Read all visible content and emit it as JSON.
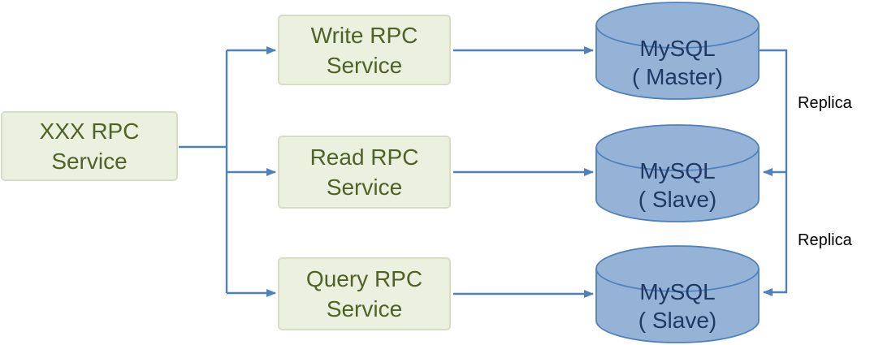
{
  "nodes": {
    "xxx_service": {
      "line1": "XXX RPC",
      "line2": "Service"
    },
    "write_service": {
      "line1": "Write RPC",
      "line2": "Service"
    },
    "read_service": {
      "line1": "Read RPC",
      "line2": "Service"
    },
    "query_service": {
      "line1": "Query RPC",
      "line2": "Service"
    },
    "mysql_master": {
      "line1": "MySQL",
      "line2": "( Master)"
    },
    "mysql_slave_1": {
      "line1": "MySQL",
      "line2": "( Slave)"
    },
    "mysql_slave_2": {
      "line1": "MySQL",
      "line2": "( Slave)"
    }
  },
  "edge_labels": {
    "replica_top": "Replica",
    "replica_bottom": "Replica"
  },
  "edges": [
    {
      "from": "xxx_service",
      "to": "write_service"
    },
    {
      "from": "xxx_service",
      "to": "read_service"
    },
    {
      "from": "xxx_service",
      "to": "query_service"
    },
    {
      "from": "write_service",
      "to": "mysql_master"
    },
    {
      "from": "read_service",
      "to": "mysql_slave_1"
    },
    {
      "from": "query_service",
      "to": "mysql_slave_2"
    },
    {
      "from": "mysql_master",
      "to": "mysql_slave_1",
      "label": "Replica"
    },
    {
      "from": "mysql_master",
      "to": "mysql_slave_2",
      "label": "Replica"
    }
  ],
  "colors": {
    "service_fill": "#ebf1de",
    "service_border": "#d7ddc5",
    "service_text": "#4f6228",
    "db_fill": "#95b3d7",
    "db_stroke": "#4f81bd",
    "db_text": "#1f3864",
    "connector": "#4f81bd",
    "label_text": "#000000",
    "background": "#ffffff"
  }
}
